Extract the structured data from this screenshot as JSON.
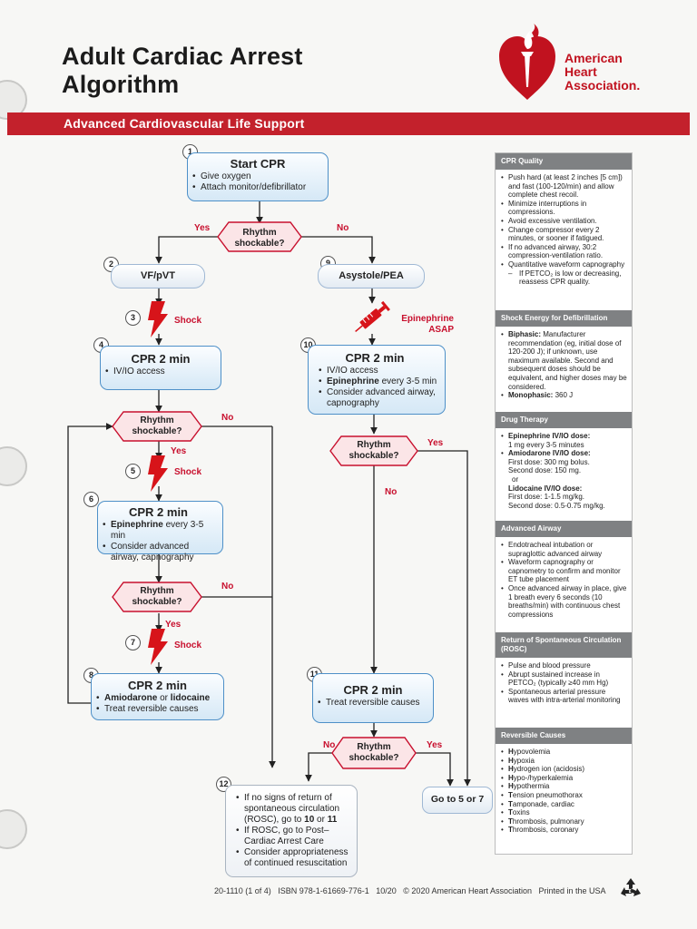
{
  "title_lines": [
    "Adult Cardiac Arrest",
    "Algorithm"
  ],
  "logo": {
    "lines": [
      "American",
      "Heart",
      "Association."
    ]
  },
  "banner": "Advanced Cardiovascular Life Support",
  "colors": {
    "banner": "#c3212c",
    "brand_red": "#c1121f",
    "box_border": "#4e90c8",
    "panel_header": "#7f8183"
  },
  "icons": [
    "heart-torch-logo",
    "lightning-shock-icon",
    "syringe-icon",
    "recycle-icon"
  ],
  "flow": {
    "s1": {
      "num": "1",
      "title": "Start CPR",
      "items": [
        "Give oxygen",
        "Attach monitor/defibrillator"
      ]
    },
    "q1": {
      "text": "Rhythm shockable?",
      "yes": "Yes",
      "no": "No"
    },
    "s2": {
      "num": "2",
      "label": "VF/pVT"
    },
    "s3": {
      "num": "3",
      "action": "Shock"
    },
    "s4": {
      "num": "4",
      "title": "CPR 2 min",
      "items": [
        "IV/IO access"
      ]
    },
    "q2": {
      "text": "Rhythm shockable?",
      "yes": "Yes",
      "no": "No"
    },
    "s5": {
      "num": "5",
      "action": "Shock"
    },
    "s6": {
      "num": "6",
      "title": "CPR 2 min",
      "items": [
        {
          "bold": "Epinephrine",
          "rest": " every 3-5 min"
        },
        {
          "bold": "",
          "rest": "Consider advanced airway, capnography"
        }
      ]
    },
    "q3": {
      "text": "Rhythm shockable?",
      "yes": "Yes",
      "no": "No"
    },
    "s7": {
      "num": "7",
      "action": "Shock"
    },
    "s8": {
      "num": "8",
      "title": "CPR 2 min",
      "items": [
        {
          "b1": "Amiodarone",
          "mid": " or ",
          "b2": "lidocaine"
        },
        "Treat reversible causes"
      ]
    },
    "s9": {
      "num": "9",
      "label": "Asystole/PEA"
    },
    "epi": {
      "lines": [
        "Epinephrine",
        "ASAP"
      ]
    },
    "s10": {
      "num": "10",
      "title": "CPR 2 min",
      "items": [
        {
          "bold": "",
          "rest": "IV/IO access"
        },
        {
          "bold": "Epinephrine",
          "rest": " every 3-5 min"
        },
        {
          "bold": "",
          "rest": "Consider advanced airway, capnography"
        }
      ]
    },
    "q4": {
      "text": "Rhythm shockable?",
      "yes": "Yes",
      "no": "No"
    },
    "s11": {
      "num": "11",
      "title": "CPR 2 min",
      "items": [
        "Treat reversible causes"
      ]
    },
    "q5": {
      "text": "Rhythm shockable?",
      "yes": "Yes",
      "no": "No"
    },
    "s12": {
      "num": "12",
      "items": [
        {
          "pre": "If no signs of return of spontaneous circulation (ROSC), go to ",
          "b1": "10",
          "mid": " or ",
          "b2": "11"
        },
        {
          "pre": "If ROSC, go to Post–Cardiac Arrest Care"
        },
        {
          "pre": "Consider appropriateness of continued resuscitation"
        }
      ]
    },
    "goto": "Go to 5 or 7"
  },
  "sidebar": {
    "cpr_quality": {
      "title": "CPR Quality",
      "items": [
        "Push hard (at least 2 inches [5 cm]) and fast (100-120/min) and allow complete chest recoil.",
        "Minimize interruptions in compressions.",
        "Avoid excessive ventilation.",
        "Change compressor every 2 minutes, or sooner if fatigued.",
        "If no advanced airway, 30:2 compression-ventilation ratio.",
        "Quantitative waveform capnography"
      ],
      "sub": "If PETCO₂ is low or decreasing, reassess CPR quality."
    },
    "shock_energy": {
      "title": "Shock Energy for Defibrillation",
      "biphasic_label": "Biphasic:",
      "biphasic_text": " Manufacturer recommendation (eg, initial dose of 120-200 J); if unknown, use maximum available. Second and subsequent doses should be equivalent, and higher doses may be considered.",
      "monophasic_label": "Monophasic:",
      "monophasic_text": " 360 J"
    },
    "drug_therapy": {
      "title": "Drug Therapy",
      "epi_label": "Epinephrine IV/IO dose:",
      "epi_text": "1 mg every 3-5 minutes",
      "amio_label": "Amiodarone IV/IO dose:",
      "amio_lines": [
        "First dose: 300 mg bolus.",
        "Second dose: 150 mg."
      ],
      "or_text": "or",
      "lido_label": "Lidocaine IV/IO dose:",
      "lido_lines": [
        "First dose: 1-1.5 mg/kg.",
        "Second dose: 0.5-0.75 mg/kg."
      ]
    },
    "advanced_airway": {
      "title": "Advanced Airway",
      "items": [
        "Endotracheal intubation or supraglottic advanced airway",
        "Waveform capnography or capnometry to confirm and monitor ET tube placement",
        "Once advanced airway in place, give 1 breath every 6 seconds (10 breaths/min) with continuous chest compressions"
      ]
    },
    "rosc": {
      "title": "Return of Spontaneous Circulation (ROSC)",
      "items": [
        "Pulse and blood pressure",
        "Abrupt sustained increase in PETCO₂ (typically ≥40 mm Hg)",
        "Spontaneous arterial pressure waves with intra-arterial monitoring"
      ]
    },
    "reversible": {
      "title": "Reversible Causes",
      "items": [
        {
          "b": "H",
          "r": "ypovolemia"
        },
        {
          "b": "H",
          "r": "ypoxia"
        },
        {
          "b": "H",
          "r": "ydrogen ion (acidosis)"
        },
        {
          "b": "H",
          "r": "ypo-/hyperkalemia"
        },
        {
          "b": "H",
          "r": "ypothermia"
        },
        {
          "b": "T",
          "r": "ension pneumothorax"
        },
        {
          "b": "T",
          "r": "amponade, cardiac"
        },
        {
          "b": "T",
          "r": "oxins"
        },
        {
          "b": "T",
          "r": "hrombosis, pulmonary"
        },
        {
          "b": "T",
          "r": "hrombosis, coronary"
        }
      ]
    }
  },
  "footer": "20-1110 (1 of 4)   ISBN 978-1-61669-776-1   10/20   © 2020 American Heart Association   Printed in the USA"
}
